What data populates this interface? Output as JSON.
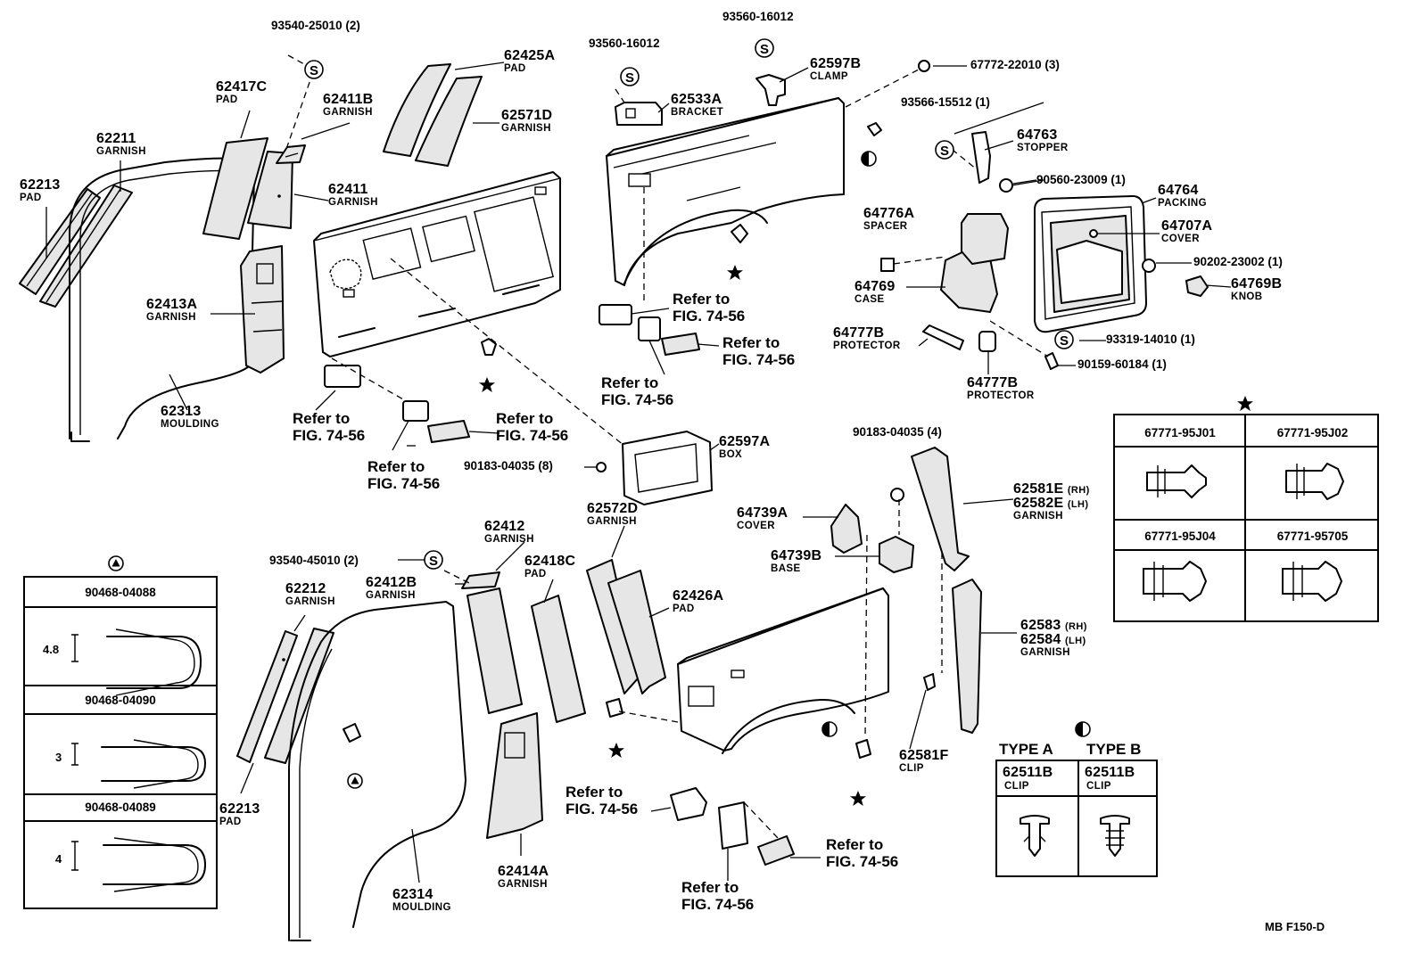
{
  "labels": {
    "l62213a": {
      "pn": "62213",
      "name": "PAD"
    },
    "l62211": {
      "pn": "62211",
      "name": "GARNISH"
    },
    "l62417c": {
      "pn": "62417C",
      "name": "PAD"
    },
    "l62411b": {
      "pn": "62411B",
      "name": "GARNISH"
    },
    "l62411": {
      "pn": "62411",
      "name": "GARNISH"
    },
    "l62413a": {
      "pn": "62413A",
      "name": "GARNISH"
    },
    "l62313": {
      "pn": "62313",
      "name": "MOULDING"
    },
    "l62425a": {
      "pn": "62425A",
      "name": "PAD"
    },
    "l62571d": {
      "pn": "62571D",
      "name": "GARNISH"
    },
    "l62533a": {
      "pn": "62533A",
      "name": "BRACKET"
    },
    "l62597b": {
      "pn": "62597B",
      "name": "CLAMP"
    },
    "l64763": {
      "pn": "64763",
      "name": "STOPPER"
    },
    "l64764": {
      "pn": "64764",
      "name": "PACKING"
    },
    "l64707a": {
      "pn": "64707A",
      "name": "COVER"
    },
    "l64776a": {
      "pn": "64776A",
      "name": "SPACER"
    },
    "l64769": {
      "pn": "64769",
      "name": "CASE"
    },
    "l64769b": {
      "pn": "64769B",
      "name": "KNOB"
    },
    "l64777b1": {
      "pn": "64777B",
      "name": "PROTECTOR"
    },
    "l64777b2": {
      "pn": "64777B",
      "name": "PROTECTOR"
    },
    "l62597a": {
      "pn": "62597A",
      "name": "BOX"
    },
    "l62572d": {
      "pn": "62572D",
      "name": "GARNISH"
    },
    "l62412": {
      "pn": "62412",
      "name": "GARNISH"
    },
    "l62412b": {
      "pn": "62412B",
      "name": "GARNISH"
    },
    "l62418c": {
      "pn": "62418C",
      "name": "PAD"
    },
    "l62426a": {
      "pn": "62426A",
      "name": "PAD"
    },
    "l62212": {
      "pn": "62212",
      "name": "GARNISH"
    },
    "l62213b": {
      "pn": "62213",
      "name": "PAD"
    },
    "l62314": {
      "pn": "62314",
      "name": "MOULDING"
    },
    "l62414a": {
      "pn": "62414A",
      "name": "GARNISH"
    },
    "l64739a": {
      "pn": "64739A",
      "name": "COVER"
    },
    "l64739b": {
      "pn": "64739B",
      "name": "BASE"
    },
    "l62581f": {
      "pn": "62581F",
      "name": "CLIP"
    }
  },
  "dual_labels": {
    "g62581": {
      "pn1": "62581E",
      "pn2": "62582E",
      "rh": "(RH)",
      "lh": "(LH)",
      "name": "GARNISH"
    },
    "g62583": {
      "pn1": "62583",
      "pn2": "62584",
      "rh": "(RH)",
      "lh": "(LH)",
      "name": "GARNISH"
    }
  },
  "hardware": {
    "h1": "93540-25010 (2)",
    "h2": "93560-16012",
    "h3": "93560-16012",
    "h4": "67772-22010 (3)",
    "h5": "93566-15512 (1)",
    "h6": "90560-23009 (1)",
    "h7": "90202-23002 (1)",
    "h8": "93319-14010 (1)",
    "h9": "90159-60184 (1)",
    "h10": "90183-04035 (8)",
    "h11": "90183-04035 (4)",
    "h12": "93540-45010 (2)"
  },
  "refer": {
    "r1": "Refer to\nFIG. 74-56",
    "r2": "Refer to\nFIG. 74-56",
    "r3": "Refer to\nFIG. 74-56",
    "r4": "Refer to\nFIG. 74-56",
    "r5": "Refer to\nFIG. 74-56",
    "r6": "Refer to\nFIG. 74-56",
    "r7": "Refer to\nFIG. 74-56",
    "r8": "Refer to\nFIG. 74-56",
    "r9": "Refer to\nFIG. 74-56"
  },
  "clip_table": {
    "codes": [
      "67771-95J01",
      "67771-95J02",
      "67771-95J04",
      "67771-95705"
    ]
  },
  "wire_table": {
    "rows": [
      {
        "code": "90468-04088",
        "size": "4.8"
      },
      {
        "code": "90468-04090",
        "size": "3"
      },
      {
        "code": "90468-04089",
        "size": "4"
      }
    ]
  },
  "type_table": {
    "type_a": "TYPE  A",
    "type_b": "TYPE  B",
    "a_pn": "62511B",
    "a_name": "CLIP",
    "b_pn": "62511B",
    "b_name": "CLIP"
  },
  "s_symbol": "S",
  "footer": "MB  F150-D"
}
